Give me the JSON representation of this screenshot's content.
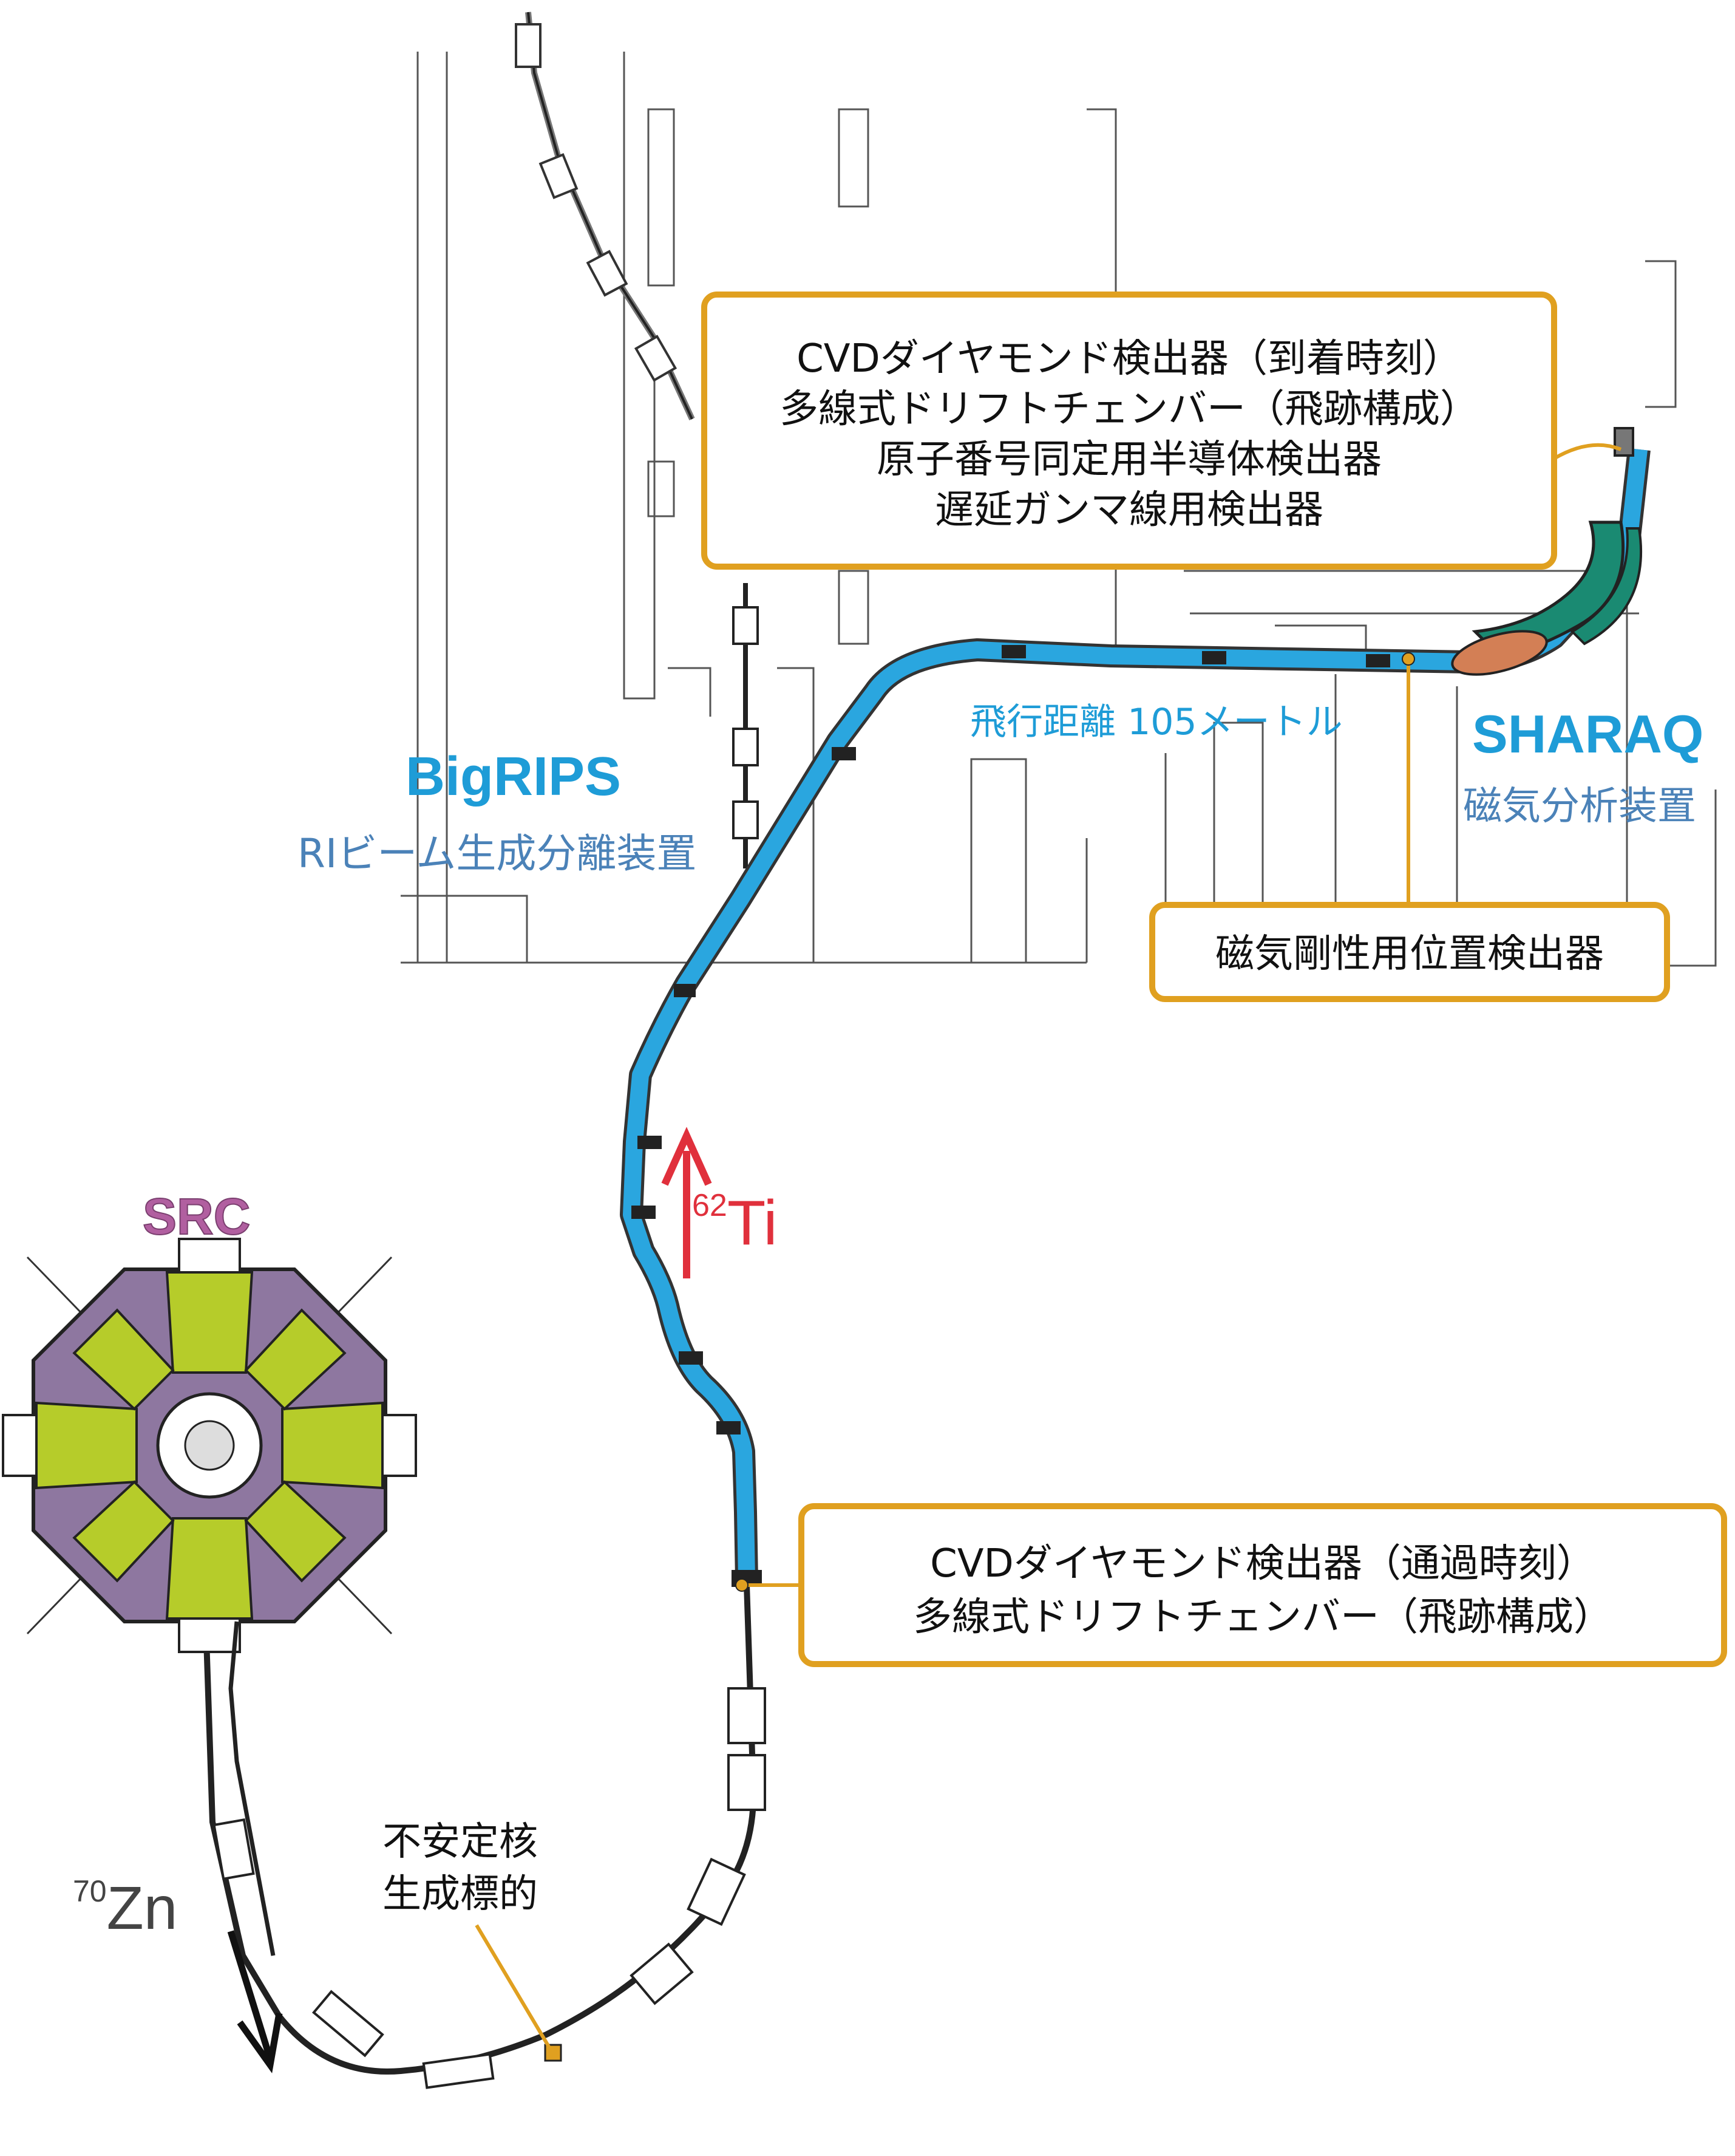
{
  "callouts": {
    "focal_detectors": [
      "CVDダイヤモンド検出器（到着時刻）",
      "多線式ドリフトチェンバー（飛跡構成）",
      "原子番号同定用半導体検出器",
      "遅延ガンマ線用検出器"
    ],
    "rigidity_detector": "磁気剛性用位置検出器",
    "start_detectors": [
      "CVDダイヤモンド検出器（通過時刻）",
      "多線式ドリフトチェンバー（飛跡構成）"
    ],
    "target": [
      "不安定核",
      "生成標的"
    ]
  },
  "labels": {
    "bigrips": "BigRIPS",
    "bigrips_sub": "RIビーム生成分離装置",
    "sharaq": "SHARAQ",
    "sharaq_sub": "磁気分析装置",
    "src": "SRC",
    "flight_distance": "飛行距離 105メートル"
  },
  "isotopes": {
    "primary": {
      "mass": "70",
      "symbol": "Zn"
    },
    "secondary": {
      "mass": "62",
      "symbol": "Ti"
    }
  },
  "colors": {
    "beamline": "#2AA6DF",
    "callout_border": "#E0A020",
    "src_yoke": "#B6CC2A",
    "src_sector": "#8E77A0",
    "sharaq_magnet": "#1A8A72",
    "sharaq_quad": "#D37F55",
    "isotope_arrow": "#E0303C",
    "src_text": "#B15FA0"
  }
}
